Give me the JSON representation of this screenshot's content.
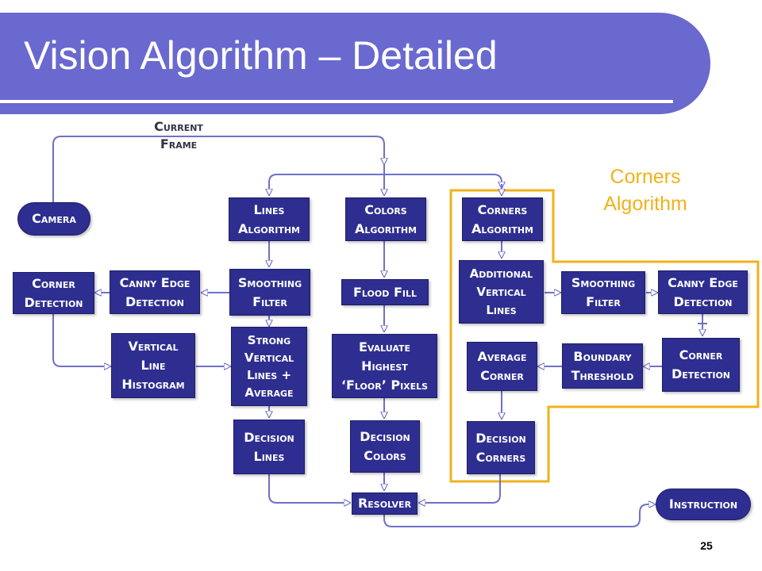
{
  "slide": {
    "title": "Vision Algorithm – Detailed",
    "page_number": "25"
  },
  "diagram": {
    "input_label": "Current\nFrame",
    "highlight_label": "Corners\nAlgorithm",
    "nodes": {
      "camera": "Camera",
      "lines_algorithm": "Lines\nAlgorithm",
      "colors_algorithm": "Colors\nAlgorithm",
      "corners_algorithm": "Corners\nAlgorithm",
      "corner_detection_left": "Corner\nDetection",
      "canny_edge_left": "Canny Edge\nDetection",
      "smoothing_filter_left": "Smoothing\nFilter",
      "flood_fill": "Flood Fill",
      "additional_vertical_lines": "Additional\nVertical\nLines",
      "smoothing_filter_right": "Smoothing\nFilter",
      "canny_edge_right": "Canny Edge\nDetection",
      "vertical_line_histogram": "Vertical\nLine\nHistogram",
      "strong_vertical_lines": "Strong\nVertical\nLines +\nAverage",
      "evaluate_highest_floor": "Evaluate\nHighest\n‘Floor’ Pixels",
      "average_corner": "Average\nCorner",
      "boundary_threshold": "Boundary\nThreshold",
      "corner_detection_right": "Corner\nDetection",
      "decision_lines": "Decision\nLines",
      "decision_colors": "Decision\nColors",
      "decision_corners": "Decision\nCorners",
      "resolver": "Resolver",
      "instruction": "Instruction"
    }
  },
  "colors": {
    "banner": "#6969cf",
    "box_fill": "#2e2e91",
    "connector": "#7070c8",
    "highlight": "#f0b21b"
  }
}
